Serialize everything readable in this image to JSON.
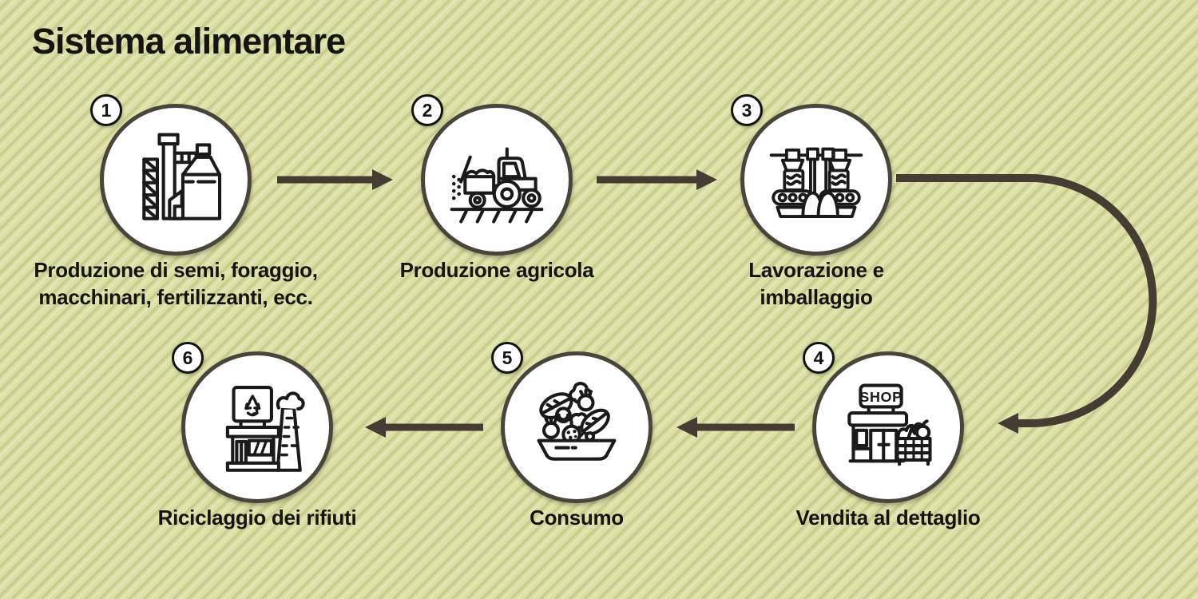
{
  "title": "Sistema alimentare",
  "colors": {
    "background": "#dce0a2",
    "stripe": "#cdd18f",
    "ink": "#141414",
    "arrow": "#453c34",
    "circle_border": "#4b443c",
    "circle_fill": "#ffffff"
  },
  "steps": [
    {
      "number": "1",
      "icon": "feed-mill-icon",
      "lines": [
        "Produzione di semi, foraggio,",
        "macchinari, fertilizzanti, ecc."
      ]
    },
    {
      "number": "2",
      "icon": "tractor-icon",
      "lines": [
        "Produzione agricola"
      ]
    },
    {
      "number": "3",
      "icon": "processing-machine-icon",
      "lines": [
        "Lavorazione e",
        "imballaggio"
      ]
    },
    {
      "number": "4",
      "icon": "shop-icon",
      "icon_text": "SHOP",
      "lines": [
        "Vendita al dettaglio"
      ]
    },
    {
      "number": "5",
      "icon": "salad-bowl-icon",
      "lines": [
        "Consumo"
      ]
    },
    {
      "number": "6",
      "icon": "recycling-plant-icon",
      "lines": [
        "Riciclaggio dei rifiuti"
      ]
    }
  ],
  "arrows": [
    {
      "from": "1",
      "to": "2",
      "style": "straight-right"
    },
    {
      "from": "2",
      "to": "3",
      "style": "straight-right"
    },
    {
      "from": "3",
      "to": "4",
      "style": "curved-right-down"
    },
    {
      "from": "4",
      "to": "5",
      "style": "straight-left"
    },
    {
      "from": "5",
      "to": "6",
      "style": "straight-left"
    }
  ]
}
